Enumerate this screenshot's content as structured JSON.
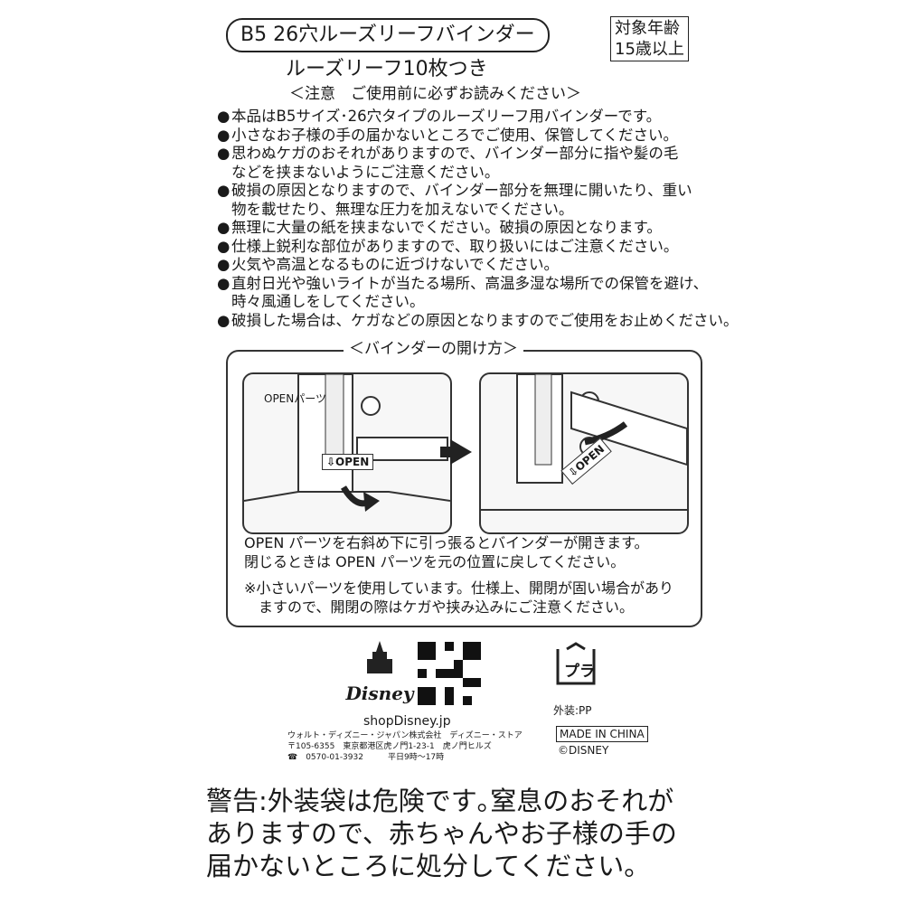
{
  "header": {
    "title": "B5 26穴ルーズリーフバインダー",
    "subtitle": "ルーズリーフ10枚つき",
    "age_line1": "対象年齢",
    "age_line2": "15歳以上"
  },
  "caution_heading": "＜注意　ご使用前に必ずお読みください＞",
  "cautions": [
    {
      "lines": [
        "本品はB5サイズ･26穴タイプのルーズリーフ用バインダーです。"
      ]
    },
    {
      "lines": [
        "小さなお子様の手の届かないところでご使用、保管してください。"
      ]
    },
    {
      "lines": [
        "思わぬケガのおそれがありますので、バインダー部分に指や髪の毛",
        "などを挟まないようにご注意ください。"
      ]
    },
    {
      "lines": [
        "破損の原因となりますので、バインダー部分を無理に開いたり、重い",
        "物を載せたり、無理な圧力を加えないでください。"
      ]
    },
    {
      "lines": [
        "無理に大量の紙を挟まないでください。破損の原因となります。"
      ]
    },
    {
      "lines": [
        "仕様上鋭利な部位がありますので、取り扱いにはご注意ください。"
      ]
    },
    {
      "lines": [
        "火気や高温となるものに近づけないでください。"
      ]
    },
    {
      "lines": [
        "直射日光や強いライトが当たる場所、高温多湿な場所での保管を避け、",
        "時々風通しをしてください。"
      ]
    },
    {
      "lines": [
        "破損した場合は、ケガなどの原因となりますのでご使用をお止めください。"
      ]
    }
  ],
  "bullet": "●",
  "opening": {
    "title": "＜バインダーの開け方＞",
    "open_parts_label": "OPENパーツ",
    "open_tag": "⇩OPEN",
    "instructions": [
      "OPEN パーツを右斜め下に引っ張るとバインダーが開きます。",
      "閉じるときは OPEN パーツを元の位置に戻してください。"
    ],
    "note": [
      "※小さいパーツを使用しています。仕様上、開閉が固い場合があり",
      "　ますので、開閉の際はケガや挟み込みにご注意ください。"
    ]
  },
  "footer": {
    "logo": "Disney",
    "shop": "shopDisney.jp",
    "company": [
      "ウォルト・ディズニー・ジャパン株式会社　ディズニー・ストア",
      "〒105-6355　東京都港区虎ノ門1-23-1　虎ノ門ヒルズ",
      "☎　0570-01-3932　　　平日9時～17時"
    ],
    "recycle_mark": "プラ",
    "packaging": "外装:PP",
    "made_in": "MADE IN CHINA",
    "copyright": "©DISNEY"
  },
  "warning": [
    "警告:外装袋は危険です｡窒息のおそれが",
    "ありますので、赤ちゃんやお子様の手の",
    "届かないところに処分してください。"
  ]
}
